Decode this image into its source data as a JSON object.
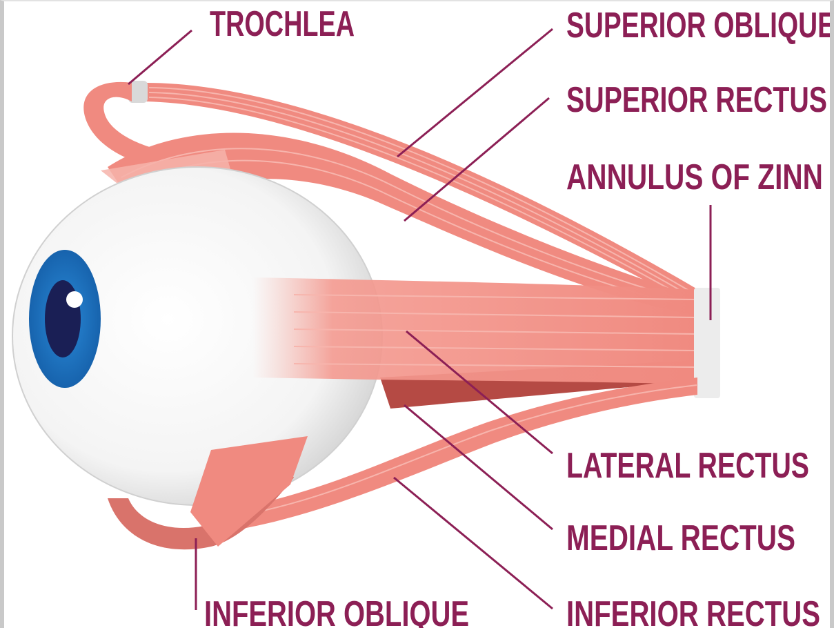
{
  "labels": {
    "trochlea": "TROCHLEA",
    "superior_oblique": "SUPERIOR OBLIQUE",
    "superior_rectus": "SUPERIOR RECTUS",
    "annulus_of_zinn": "ANNULUS OF ZINN",
    "lateral_rectus": "LATERAL RECTUS",
    "medial_rectus": "MEDIAL RECTUS",
    "inferior_oblique": "INFERIOR OBLIQUE",
    "inferior_rectus": "INFERIOR RECTUS"
  },
  "colors": {
    "label_text": "#8c1f55",
    "leader_line": "#8c1f55",
    "muscle": "#f08a80",
    "muscle_light": "#f6b3aa",
    "muscle_dark": "#b54a44",
    "iris": "#1f78c6",
    "pupil": "#1a1f55",
    "sclera": "#f2f2f2"
  }
}
